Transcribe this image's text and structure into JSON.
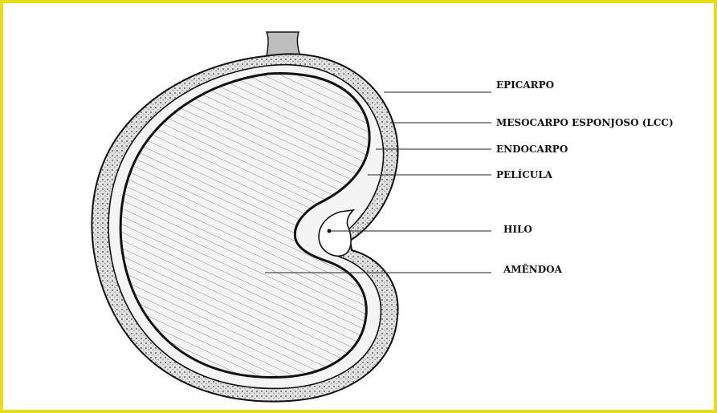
{
  "diagram": {
    "labels": {
      "epicarpo": "EPICARPO",
      "mesocarpo": "MESOCARPO ESPONJOSO (LCC)",
      "endocarpo": "ENDOCARPO",
      "pelicula": "PELÍCULA",
      "hilo": "HILO",
      "amendoa": "AMÊNDOA"
    },
    "colors": {
      "border": "#e6dc1e",
      "ink": "#111111",
      "hatch": "#8a8a8a",
      "mesocarp_fill": "#cfcfcf"
    }
  }
}
